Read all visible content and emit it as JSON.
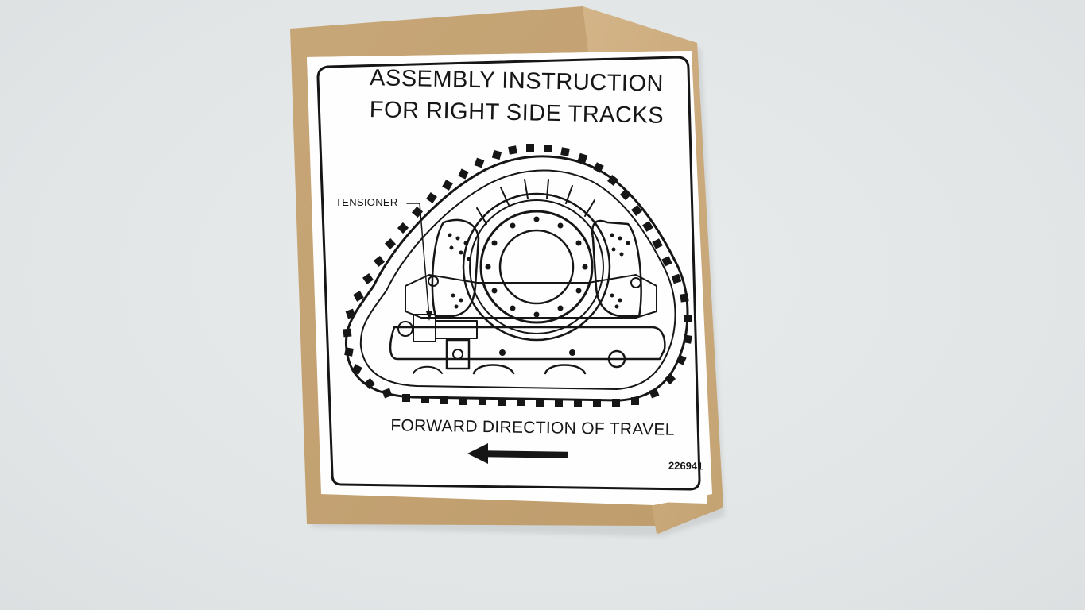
{
  "decal": {
    "title_line_1": "ASSEMBLY INSTRUCTION",
    "title_line_2": "FOR RIGHT SIDE TRACKS",
    "callout": "TENSIONER",
    "direction": "FORWARD DIRECTION OF TRAVEL",
    "part_number": "226941"
  },
  "colors": {
    "background": "#e3e7e8",
    "kraft_card": "#c9a97a",
    "label": "#ffffff",
    "ink": "#161616"
  }
}
